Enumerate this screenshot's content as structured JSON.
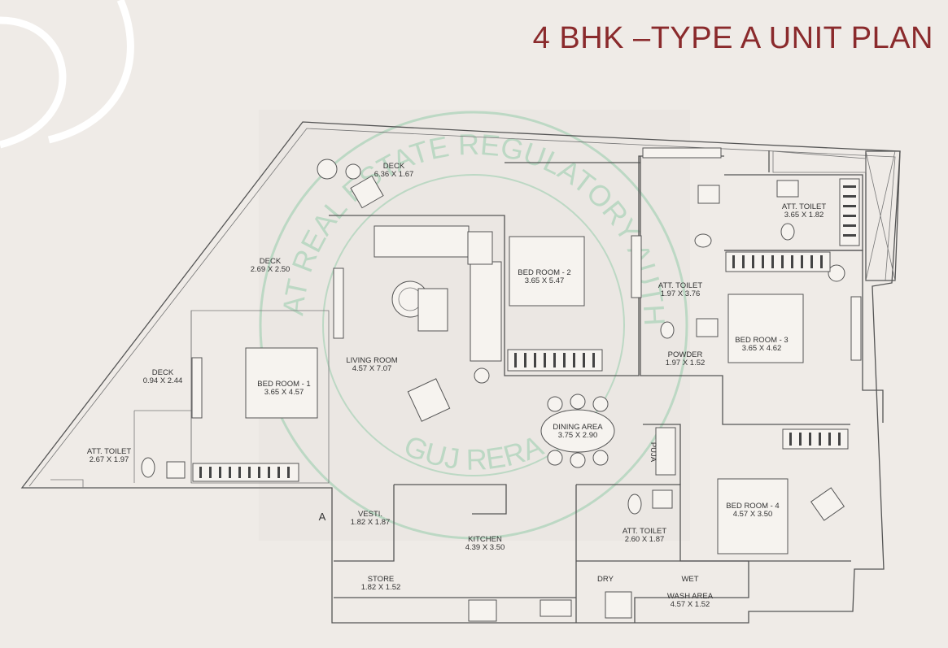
{
  "title": "4 BHK –TYPE A UNIT PLAN",
  "watermark": {
    "top_text": "GUJARAT REAL ESTATE REGULATORY AUTHORITY",
    "bottom_text": "GUJ RERA",
    "color": "#7fc29a"
  },
  "colors": {
    "title": "#8a2a2c",
    "background": "#efebe7",
    "lines": "#555555"
  },
  "rooms": [
    {
      "id": "deck-top",
      "name": "DECK",
      "size": "6.36 X 1.67"
    },
    {
      "id": "deck-left",
      "name": "DECK",
      "size": "2.69 X 2.50"
    },
    {
      "id": "deck-small",
      "name": "DECK",
      "size": "0.94 X 2.44"
    },
    {
      "id": "bedroom-1",
      "name": "BED ROOM - 1",
      "size": "3.65 X 4.57"
    },
    {
      "id": "att-toilet-1",
      "name": "ATT. TOILET",
      "size": "2.67 X 1.97"
    },
    {
      "id": "living",
      "name": "LIVING ROOM",
      "size": "4.57 X 7.07"
    },
    {
      "id": "bedroom-2",
      "name": "BED ROOM - 2",
      "size": "3.65 X 5.47"
    },
    {
      "id": "att-toilet-2",
      "name": "ATT. TOILET",
      "size": "1.97 X 3.76"
    },
    {
      "id": "powder",
      "name": "POWDER",
      "size": "1.97 X 1.52"
    },
    {
      "id": "att-toilet-3",
      "name": "ATT. TOILET",
      "size": "3.65 X 1.82"
    },
    {
      "id": "bedroom-3",
      "name": "BED ROOM - 3",
      "size": "3.65 X 4.62"
    },
    {
      "id": "dining",
      "name": "DINING AREA",
      "size": "3.75 X 2.90"
    },
    {
      "id": "pujabox",
      "name": "PUJA",
      "size": ""
    },
    {
      "id": "bedroom-4",
      "name": "BED ROOM - 4",
      "size": "4.57 X 3.50"
    },
    {
      "id": "att-toilet-4",
      "name": "ATT. TOILET",
      "size": "2.60 X 1.87"
    },
    {
      "id": "vesti",
      "name": "VESTI.",
      "size": "1.82 X 1.87"
    },
    {
      "id": "kitchen",
      "name": "KITCHEN",
      "size": "4.39 X 3.50"
    },
    {
      "id": "store",
      "name": "STORE",
      "size": "1.82 X 1.52"
    },
    {
      "id": "dry",
      "name": "DRY",
      "size": ""
    },
    {
      "id": "wet",
      "name": "WET",
      "size": ""
    },
    {
      "id": "wash",
      "name": "WASH AREA",
      "size": "4.57 X 1.52"
    }
  ],
  "marker": "A"
}
